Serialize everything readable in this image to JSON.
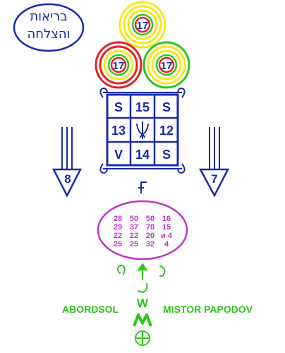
{
  "header_text": {
    "line1": "בריאות",
    "line2": "והצלחה"
  },
  "circles": {
    "top": "17",
    "left": "17",
    "right": "17"
  },
  "grid": {
    "cells": [
      "S",
      "15",
      "S",
      "13",
      "",
      "12",
      "V",
      "14",
      "S"
    ],
    "center_glyph": "trident-symbol"
  },
  "arrows": {
    "left_label": "8",
    "right_label": "7"
  },
  "small_glyph": "Ɽ",
  "ellipse_rows": [
    [
      "28",
      "50",
      "50",
      "16"
    ],
    [
      "29",
      "37",
      "70",
      "15"
    ],
    [
      "22",
      "22",
      "20",
      "и 4"
    ],
    [
      "25",
      "25",
      "32",
      "4"
    ]
  ],
  "glyphs": {
    "left": "ᘐ",
    "right": "ᘔ"
  },
  "labels": {
    "left": "ABORDSOL",
    "right": "MISTOR PAPODOV",
    "w_letter": "W"
  },
  "colors": {
    "navy": "#1a2aa8",
    "green": "#2fc61c",
    "magenta": "#c034c8",
    "red": "#e52026",
    "yellow": "#f4e816"
  }
}
